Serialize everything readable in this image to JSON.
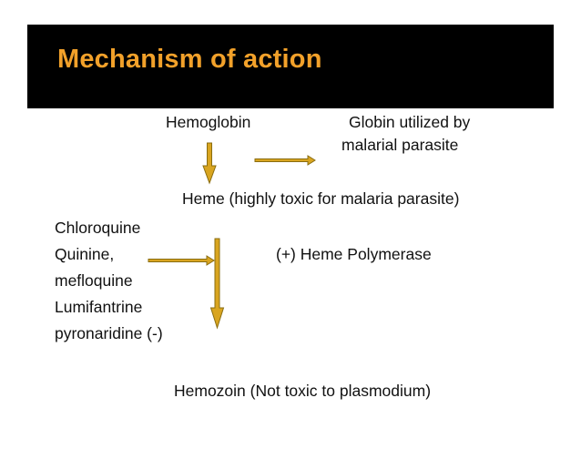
{
  "slide": {
    "title": "Mechanism of action",
    "labels": {
      "hemoglobin": "Hemoglobin",
      "globin_line1": "Globin utilized by",
      "globin_line2": "malarial parasite",
      "heme": "Heme (highly toxic for malaria  parasite)",
      "drug1": "Chloroquine",
      "drug2": "Quinine,",
      "drug3": "mefloquine",
      "drug4": "Lumifantrine",
      "drug5": "pyronaridine  (-)",
      "polymerase": "(+)  Heme Polymerase",
      "hemozoin": "Hemozoin (Not toxic to plasmodium)"
    }
  },
  "colors": {
    "header_bg": "#000000",
    "title": "#f2a12a",
    "arrow_fill": "#d9a520",
    "arrow_stroke": "#8a6d10",
    "text": "#111111"
  }
}
